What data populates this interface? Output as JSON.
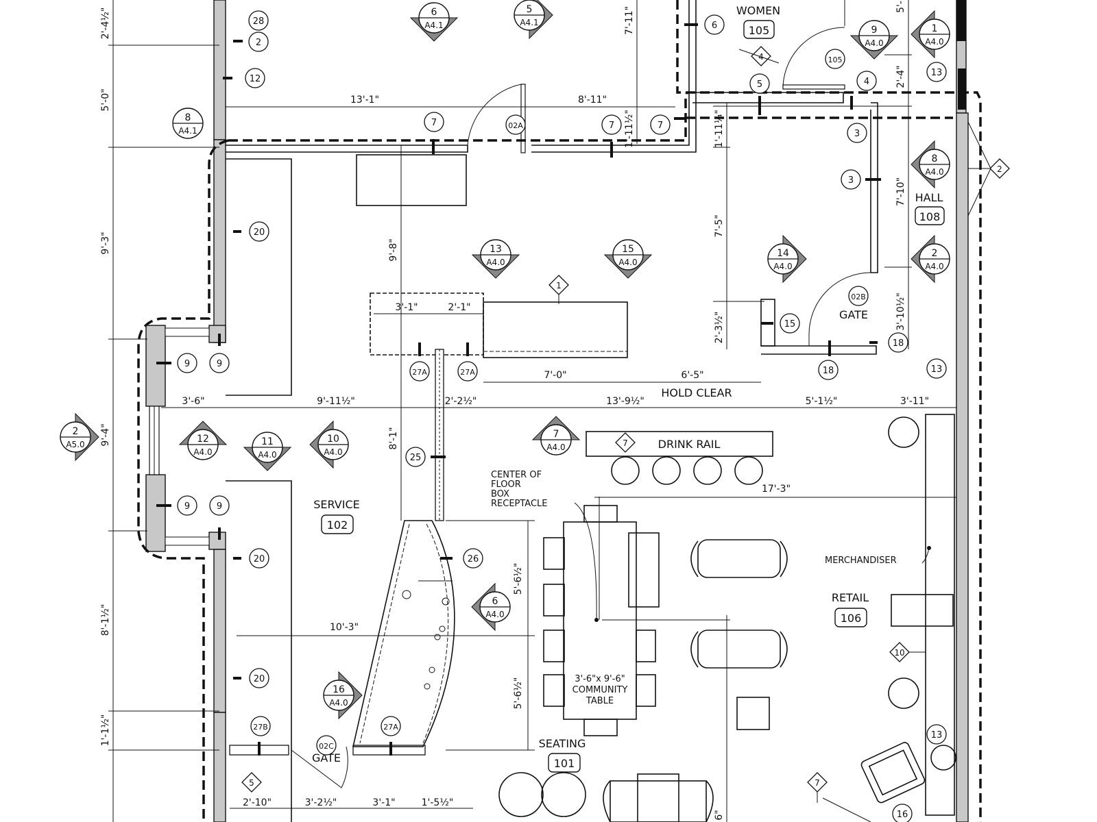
{
  "rooms": {
    "women": {
      "name": "WOMEN",
      "number": "105"
    },
    "hall": {
      "name": "HALL",
      "number": "108"
    },
    "service": {
      "name": "SERVICE",
      "number": "102"
    },
    "retail": {
      "name": "RETAIL",
      "number": "106"
    },
    "seating": {
      "name": "SEATING",
      "number": "101"
    }
  },
  "labels": {
    "hold_clear": "HOLD CLEAR",
    "drink_rail": "DRINK RAIL",
    "floor_box_1": "CENTER OF",
    "floor_box_2": "FLOOR",
    "floor_box_3": "BOX",
    "floor_box_4": "RECEPTACLE",
    "merchandiser": "MERCHANDISER",
    "gate": "GATE",
    "table_1": "3'-6\"x 9'-6\"",
    "table_2": "COMMUNITY",
    "table_3": "TABLE"
  },
  "dimensions": [
    "2'-4½\"",
    "5'-0\"",
    "9'-3\"",
    "9'-4\"",
    "8'-1½\"",
    "1'-1½\"",
    "13'-1\"",
    "8'-11\"",
    "7'-11\"",
    "1'-11½\"",
    "1'-11¼\"",
    "5'-",
    "9'-8\"",
    "3'-1\"",
    "2'-1\"",
    "7'-5\"",
    "7'-10\"",
    "2'-4\"",
    "2'-3½\"",
    "3'-10½\"",
    "7'-0\"",
    "6'-5\"",
    "3'-6\"",
    "9'-11½\"",
    "2'-2½\"",
    "13'-9½\"",
    "5'-1½\"",
    "3'-11\"",
    "8'-1\"",
    "17'-3\"",
    "10'-3\"",
    "5'-6½\"",
    "5'-6½\"",
    "2'-10\"",
    "3'-2½\"",
    "3'-1\"",
    "1'-5½\"",
    "6\""
  ],
  "section_markers": [
    {
      "num": "6",
      "sheet": "A4.1"
    },
    {
      "num": "5",
      "sheet": "A4.1"
    },
    {
      "num": "8",
      "sheet": "A4.1"
    },
    {
      "num": "9",
      "sheet": "A4.0"
    },
    {
      "num": "1",
      "sheet": "A4.0"
    },
    {
      "num": "8",
      "sheet": "A4.0"
    },
    {
      "num": "2",
      "sheet": "A4.0"
    },
    {
      "num": "13",
      "sheet": "A4.0"
    },
    {
      "num": "15",
      "sheet": "A4.0"
    },
    {
      "num": "14",
      "sheet": "A4.0"
    },
    {
      "num": "2",
      "sheet": "A5.0"
    },
    {
      "num": "12",
      "sheet": "A4.0"
    },
    {
      "num": "11",
      "sheet": "A4.0"
    },
    {
      "num": "10",
      "sheet": "A4.0"
    },
    {
      "num": "7",
      "sheet": "A4.0"
    },
    {
      "num": "6",
      "sheet": "A4.0"
    },
    {
      "num": "16",
      "sheet": "A4.0"
    }
  ],
  "circle_tags": [
    "28",
    "2",
    "12",
    "6",
    "105",
    "5",
    "4",
    "3",
    "3",
    "13",
    "7",
    "02A",
    "7",
    "7",
    "20",
    "9",
    "9",
    "27A",
    "27A",
    "15",
    "02B",
    "18",
    "18",
    "13",
    "25",
    "9",
    "9",
    "20",
    "26",
    "20",
    "27B",
    "02C",
    "27A",
    "13",
    "16"
  ],
  "diamond_tags": [
    "4",
    "2",
    "1",
    "7",
    "10",
    "5",
    "7"
  ]
}
